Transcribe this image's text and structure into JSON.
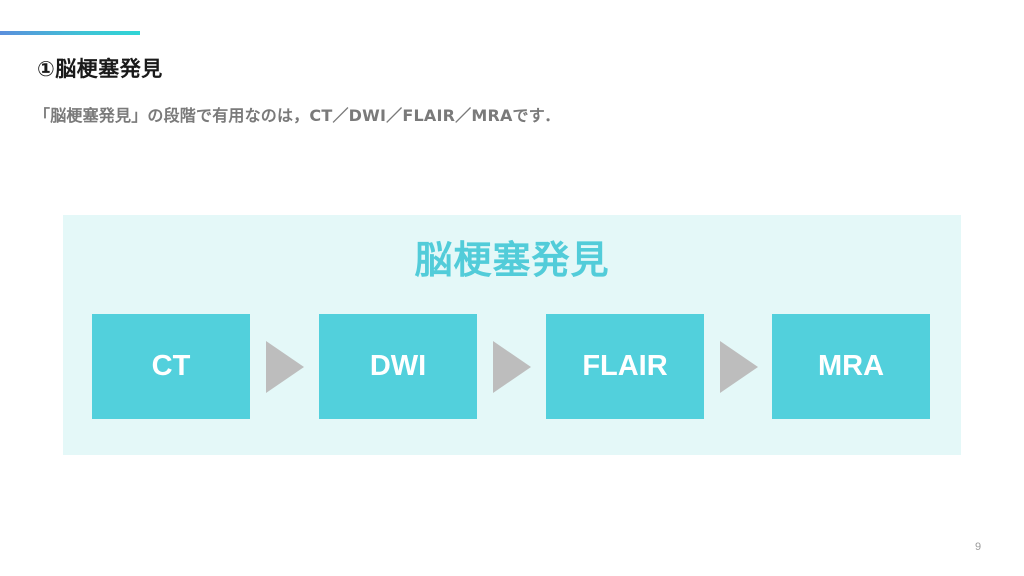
{
  "slide": {
    "title": "①脳梗塞発見",
    "subtitle": "「脳梗塞発見」の段階で有用なのは，CT／DWI／FLAIR／MRAです．",
    "page_number": "9"
  },
  "diagram": {
    "title": "脳梗塞発見",
    "steps": [
      {
        "label": "CT"
      },
      {
        "label": "DWI"
      },
      {
        "label": "FLAIR"
      },
      {
        "label": "MRA"
      }
    ],
    "arrow_icon": "triangle-right-icon"
  },
  "colors": {
    "accent_gradient_start": "#5b8fdc",
    "accent_gradient_end": "#2fd6d6",
    "panel_background": "#e4f8f8",
    "step_box": "#52d0dc",
    "diagram_title": "#52ccd9",
    "arrow": "#bdbdbd",
    "subtitle_text": "#7a7a7a"
  }
}
